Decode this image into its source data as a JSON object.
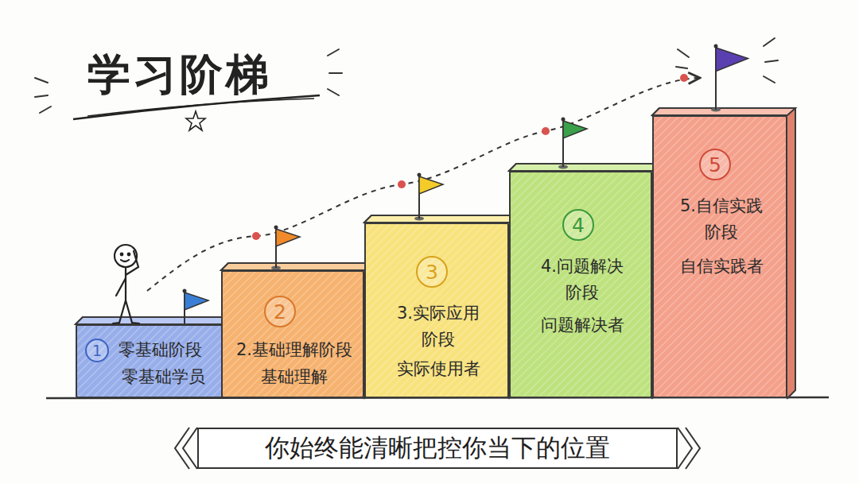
{
  "diagram": {
    "title": "学习阶梯",
    "caption": "你始终能清晰把控你当下的位置",
    "nodes": [
      {
        "text": [
          "1",
          "零基础阶段",
          "零基础学员"
        ]
      },
      {
        "text": [
          "2",
          "2.基础理解阶段",
          "基础理解"
        ]
      },
      {
        "text": [
          "3",
          "3.实际应用 阶段",
          "实际使用者"
        ]
      },
      {
        "text": [
          "4",
          "4.问题解决 阶段",
          "问题解决者"
        ]
      },
      {
        "text": [
          "5",
          "5.自信实践 阶段",
          "自信实践者"
        ]
      }
    ]
  }
}
